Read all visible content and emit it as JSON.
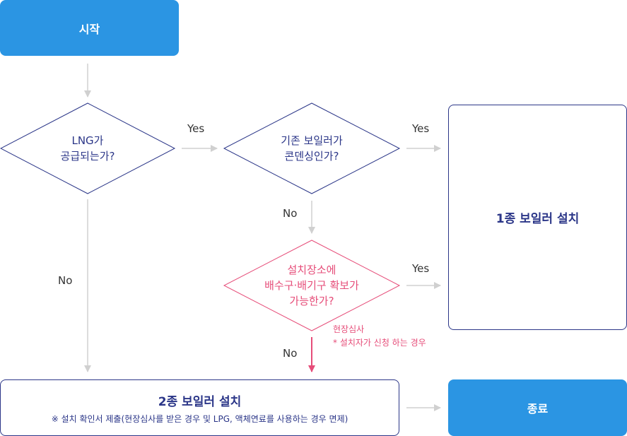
{
  "start": "시작",
  "q1": {
    "line1": "LNG가",
    "line2": "공급되는가?"
  },
  "q2": {
    "line1": "기존 보일러가",
    "line2": "콘덴싱인가?"
  },
  "q3": {
    "line1": "설치장소에",
    "line2": "배수구·배기구 확보가",
    "line3": "가능한가?"
  },
  "result1": "1종 보일러 설치",
  "result2": {
    "title": "2종 보일러 설치",
    "note": "※ 설치 확인서 제출(현장심사를 받은 경우 및 LPG, 액체연료를 사용하는 경우 면제)"
  },
  "end": "종료",
  "labels": {
    "yes": "Yes",
    "no": "No"
  },
  "inspection_note": {
    "line1": "현장심사",
    "line2": "* 설치자가 신청 하는 경우"
  },
  "colors": {
    "blue": "#2b95e3",
    "navy": "#2b3688",
    "pink": "#e64d79",
    "arrow_gray": "#d0d0d0"
  }
}
